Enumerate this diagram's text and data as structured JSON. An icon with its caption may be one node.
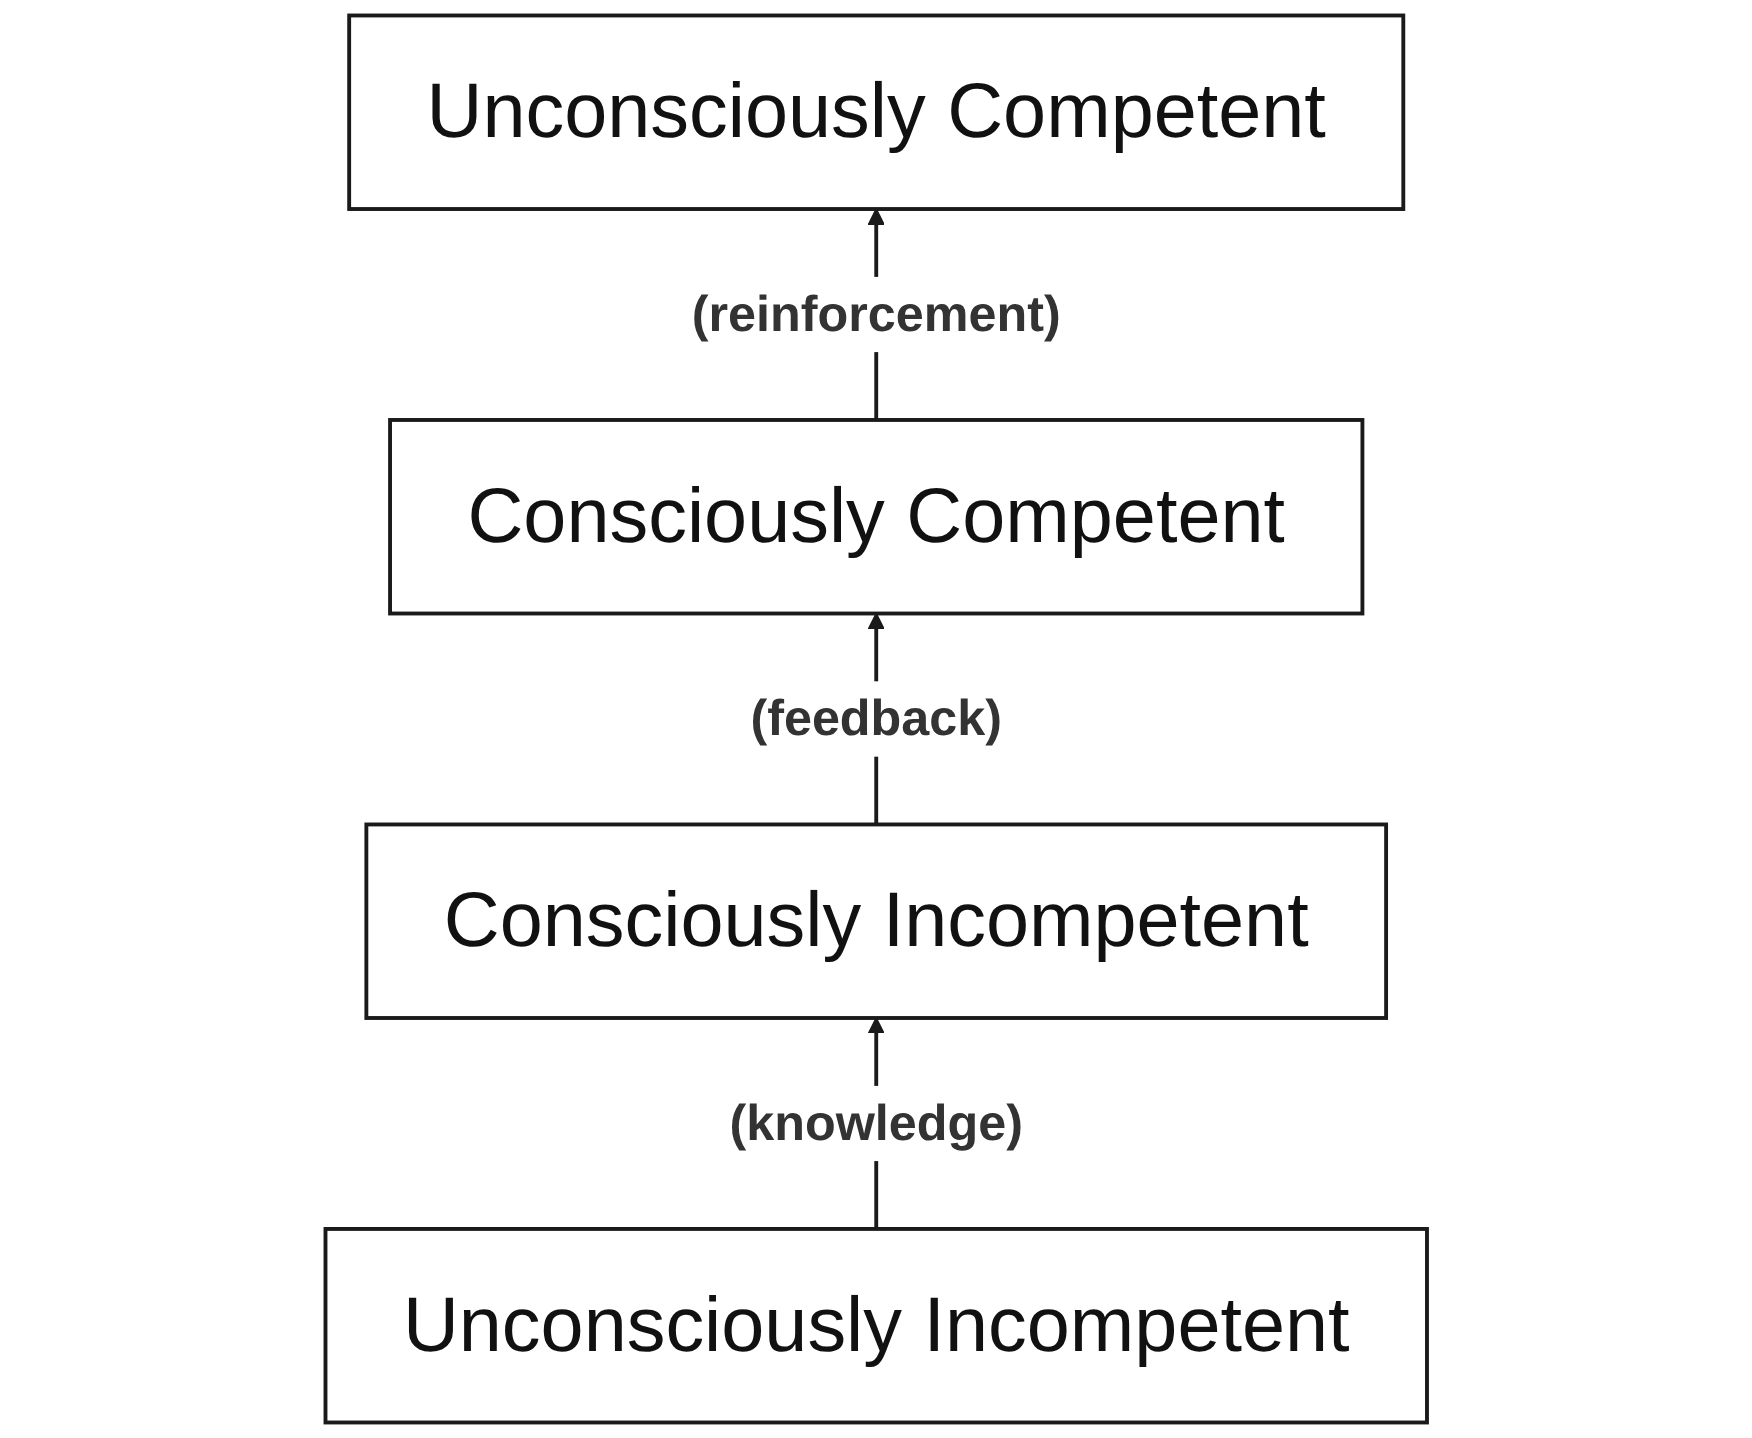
{
  "diagram": {
    "nodes": [
      {
        "text": [
          "Unconsciously Competent"
        ]
      },
      {
        "text": [
          "Consciously Competent"
        ]
      },
      {
        "text": [
          "Consciously Incompetent"
        ]
      },
      {
        "text": [
          "Unconsciously Incompetent"
        ]
      }
    ],
    "edges": [
      {
        "from": 1,
        "to": 0,
        "arrow": "to",
        "label": "(reinforcement)"
      },
      {
        "from": 2,
        "to": 1,
        "arrow": "to",
        "label": "(feedback)"
      },
      {
        "from": 3,
        "to": 2,
        "arrow": "to",
        "label": "(knowledge)"
      }
    ]
  }
}
